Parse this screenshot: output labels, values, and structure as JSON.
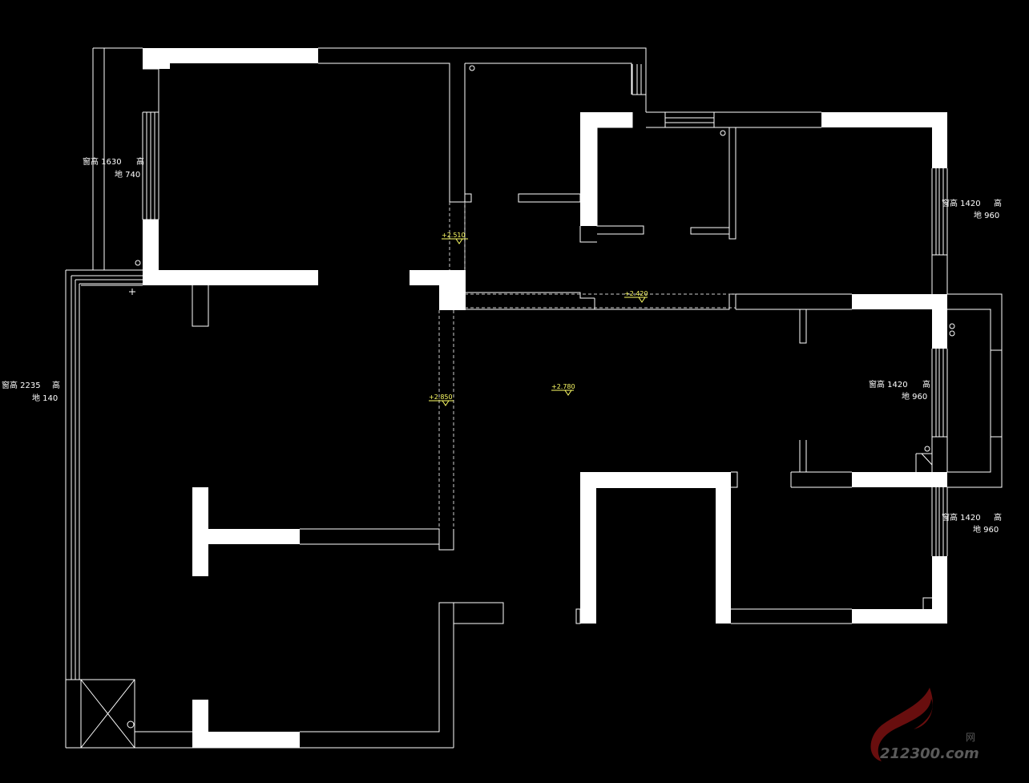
{
  "window_notes": [
    {
      "name": "window-note-bedroom-nw",
      "line1": "窗高 1630",
      "line1_b": "高",
      "line2": "地 740"
    },
    {
      "name": "window-note-living-west",
      "line1": "窗高 2235",
      "line1_b": "高",
      "line2": "地 140"
    },
    {
      "name": "window-note-bedroom-ne",
      "line1": "窗高 1420",
      "line1_b": "高",
      "line2": "地 960"
    },
    {
      "name": "window-note-living-east",
      "line1": "窗高 1420",
      "line1_b": "高",
      "line2": "地 960"
    },
    {
      "name": "window-note-bedroom-se",
      "line1": "窗高 1420",
      "line1_b": "高",
      "line2": "地 960"
    }
  ],
  "level_marks": [
    {
      "name": "level-mark-hall",
      "text": "+2.510"
    },
    {
      "name": "level-mark-corridor",
      "text": "+2.420"
    },
    {
      "name": "level-mark-dining",
      "text": "+2.850"
    },
    {
      "name": "level-mark-living",
      "text": "+2.780"
    }
  ],
  "watermark": {
    "cn": "网",
    "en": "212300.com"
  },
  "colors": {
    "background": "#000000",
    "wall": "#ffffff",
    "line": "#ffffff",
    "level": "#ffff66",
    "watermark": "#5a5a5a",
    "logo": "#7a1010"
  }
}
